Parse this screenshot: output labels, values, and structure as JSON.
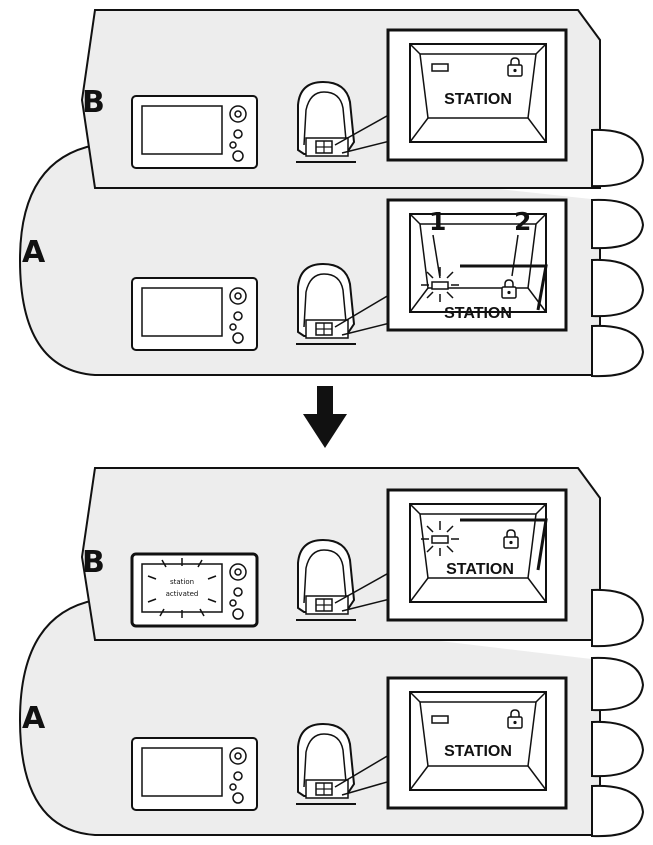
{
  "diagram": {
    "helm_upper_label": "B",
    "helm_lower_label": "A",
    "callout_1": "1",
    "callout_2": "2",
    "station_button_label": "STATION",
    "display_message_line1": "station",
    "display_message_line2": "activated"
  },
  "colors": {
    "line": "#111111",
    "panel": "#ededed",
    "background": "#ffffff"
  }
}
